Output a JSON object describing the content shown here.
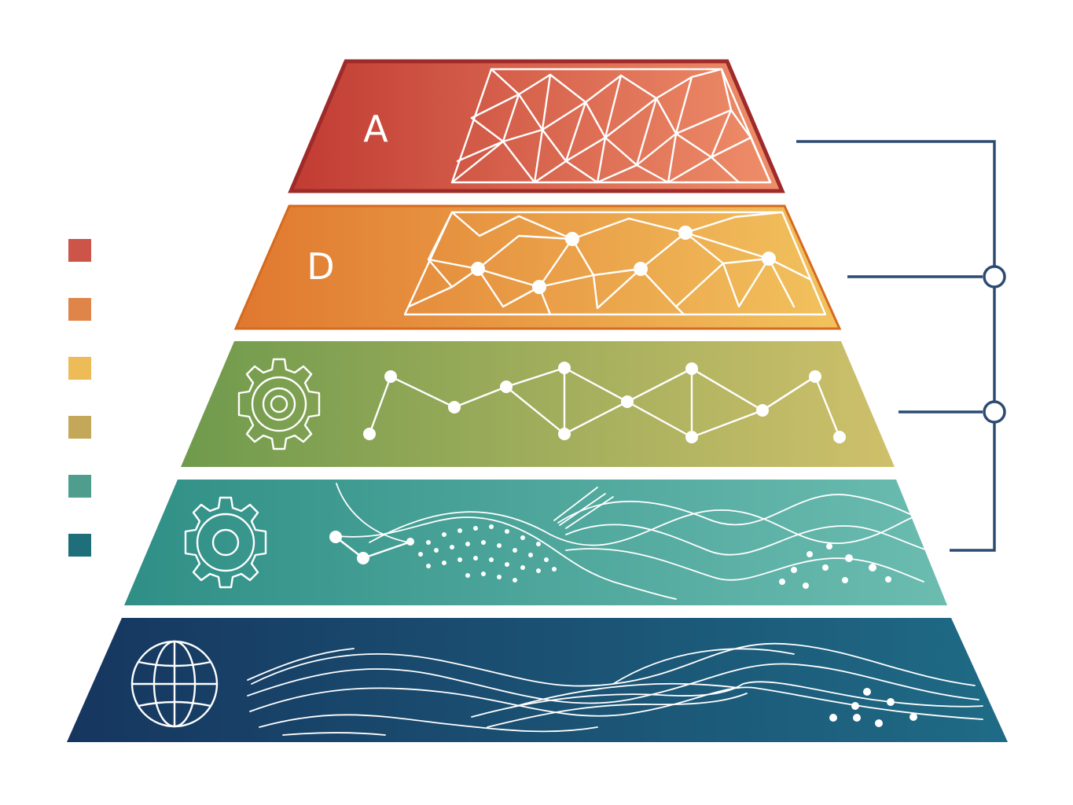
{
  "diagram": {
    "layers": [
      {
        "id": "layer-1",
        "label": "A",
        "color_left": "#c13b33",
        "color_right": "#ef8f6a",
        "pattern": "mesh"
      },
      {
        "id": "layer-2",
        "label": "D",
        "color_left": "#e0782f",
        "color_right": "#f2c25e",
        "pattern": "mesh-nodes"
      },
      {
        "id": "layer-3",
        "label": "",
        "color_left": "#6f9a4c",
        "color_right": "#cfc06b",
        "pattern": "gear-network",
        "icon": "gear-icon"
      },
      {
        "id": "layer-4",
        "label": "",
        "color_left": "#2f8f86",
        "color_right": "#6cbcb0",
        "pattern": "gear-waves",
        "icon": "gear-icon"
      },
      {
        "id": "layer-5",
        "label": "",
        "color_left": "#16365f",
        "color_right": "#1f6b86",
        "pattern": "globe-waves",
        "icon": "globe-icon"
      }
    ],
    "legend_swatches": [
      {
        "color": "#cc5448"
      },
      {
        "color": "#e0854a"
      },
      {
        "color": "#edbb58"
      },
      {
        "color": "#c4a85a"
      },
      {
        "color": "#4f9e8d"
      },
      {
        "color": "#1e6f7a"
      }
    ],
    "bracket": {
      "color": "#2c4a72"
    }
  }
}
